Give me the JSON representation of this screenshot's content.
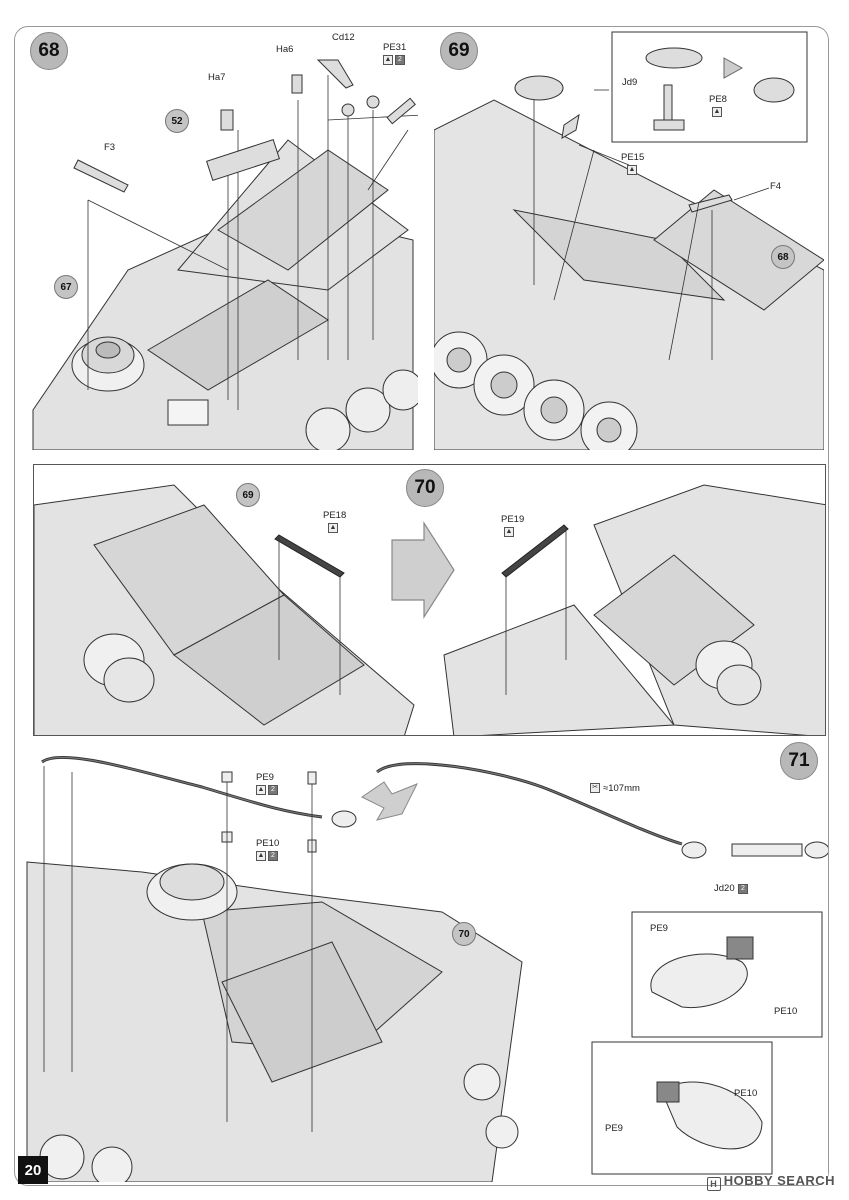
{
  "page": {
    "number": "20",
    "watermark": "HOBBY SEARCH",
    "watermark_mark": "H"
  },
  "steps": {
    "s68": {
      "number": "68"
    },
    "s69": {
      "number": "69"
    },
    "s70": {
      "number": "70"
    },
    "s71": {
      "number": "71"
    }
  },
  "refs": {
    "r52": "52",
    "r67": "67",
    "r68": "68",
    "r69": "69",
    "r70": "70"
  },
  "parts": {
    "ha7": "Ha7",
    "ha6": "Ha6",
    "cd12": "Cd12",
    "pe31": "PE31",
    "f3": "F3",
    "jd9": "Jd9",
    "pe8": "PE8",
    "pe15": "PE15",
    "f4": "F4",
    "pe18": "PE18",
    "pe19": "PE19",
    "pe9": "PE9",
    "pe10": "PE10",
    "cable_len": "≈107mm",
    "jd20": "Jd20",
    "pe9_detail_a": "PE9",
    "pe10_detail_a": "PE10",
    "pe9_detail_b": "PE9",
    "pe10_detail_b": "PE10"
  },
  "icons": {
    "pe_icon": "▲",
    "two_icon": "2",
    "cut_icon": "✂"
  }
}
